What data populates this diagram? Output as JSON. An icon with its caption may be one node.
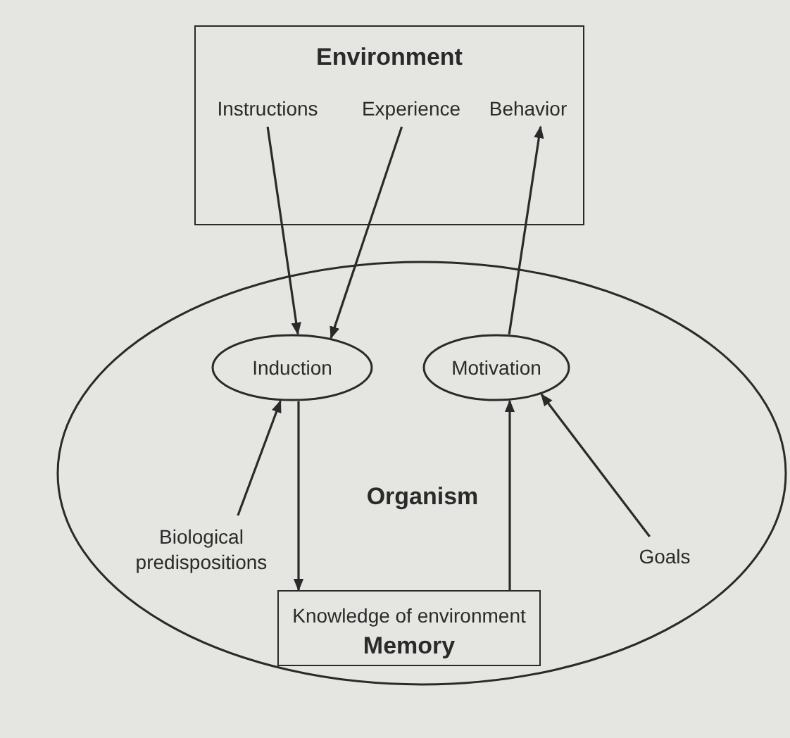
{
  "diagram": {
    "nodes": [
      {
        "text": [
          "Environment"
        ]
      },
      {
        "text": [
          "Instructions"
        ],
        "in": 0
      },
      {
        "text": [
          "Experience"
        ],
        "in": 0
      },
      {
        "text": [
          "Behavior"
        ],
        "in": 0
      },
      {
        "text": [
          "Organism"
        ]
      },
      {
        "text": [
          "Induction"
        ],
        "in": 4
      },
      {
        "text": [
          "Motivation"
        ],
        "in": 4
      },
      {
        "text": [
          "Biological predispositions"
        ],
        "in": 4
      },
      {
        "text": [
          "Goals"
        ],
        "in": 4
      },
      {
        "text": [
          "Knowledge of environment",
          "Memory"
        ],
        "in": 4
      }
    ],
    "edges": [
      {
        "from": 1,
        "to": 5,
        "arrow": "to"
      },
      {
        "from": 2,
        "to": 5,
        "arrow": "to"
      },
      {
        "from": 6,
        "to": 3,
        "arrow": "to"
      },
      {
        "from": 7,
        "to": 5,
        "arrow": "to"
      },
      {
        "from": 8,
        "to": 6,
        "arrow": "to"
      },
      {
        "from": 5,
        "to": 9,
        "arrow": "to"
      },
      {
        "from": 9,
        "to": 6,
        "arrow": "to"
      }
    ]
  }
}
